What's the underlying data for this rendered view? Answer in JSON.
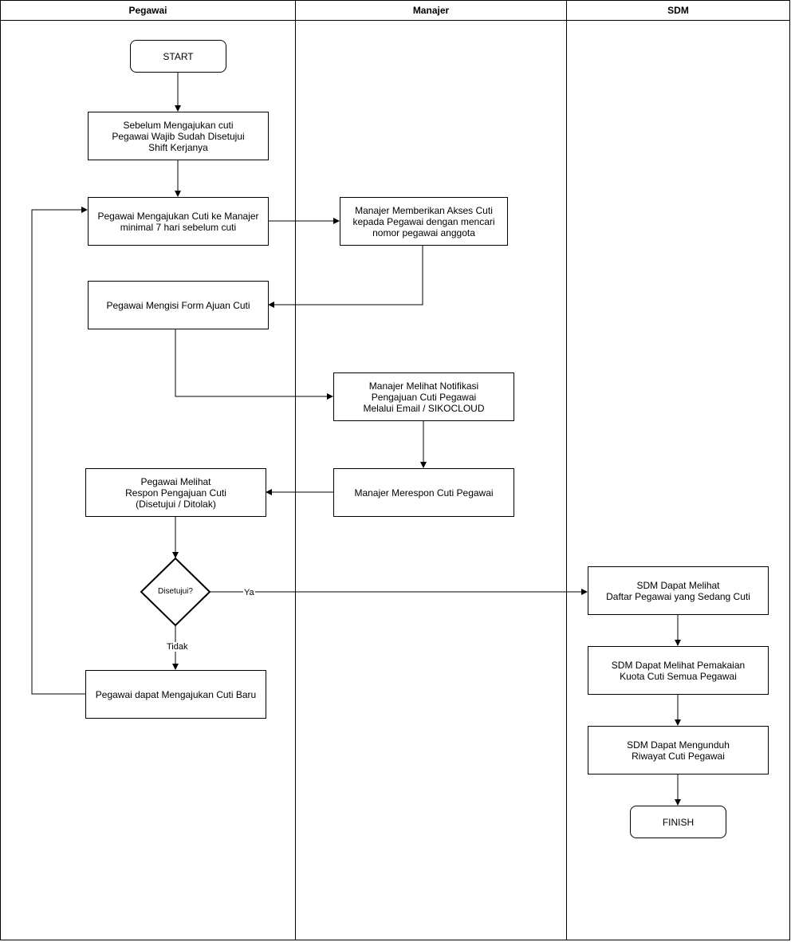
{
  "lanes": [
    "Pegawai",
    "Manajer",
    "SDM"
  ],
  "nodes": {
    "start": "START",
    "prereq": "Sebelum Mengajukan cuti\nPegawai Wajib Sudah Disetujui\nShift Kerjanya",
    "submit": "Pegawai Mengajukan Cuti ke Manajer\nminimal 7 hari sebelum cuti",
    "grant_access": "Manajer Memberikan Akses Cuti\nkepada Pegawai dengan mencari\nnomor pegawai anggota",
    "fill_form": "Pegawai Mengisi Form Ajuan Cuti",
    "notification": "Manajer Melihat Notifikasi\nPengajuan Cuti Pegawai\nMelalui Email / SIKOCLOUD",
    "respond": "Manajer Merespon Cuti Pegawai",
    "view_response": "Pegawai Melihat\nRespon Pengajuan Cuti\n(Disetujui / Ditolak)",
    "decision": "Disetujui?",
    "new_request": "Pegawai dapat Mengajukan Cuti Baru",
    "sdm_list": "SDM Dapat Melihat\nDaftar Pegawai yang Sedang Cuti",
    "sdm_quota": "SDM Dapat Melihat Pemakaian\nKuota Cuti Semua Pegawai",
    "sdm_download": "SDM Dapat Mengunduh\nRiwayat Cuti Pegawai",
    "finish": "FINISH"
  },
  "edge_labels": {
    "yes": "Ya",
    "no": "Tidak"
  }
}
